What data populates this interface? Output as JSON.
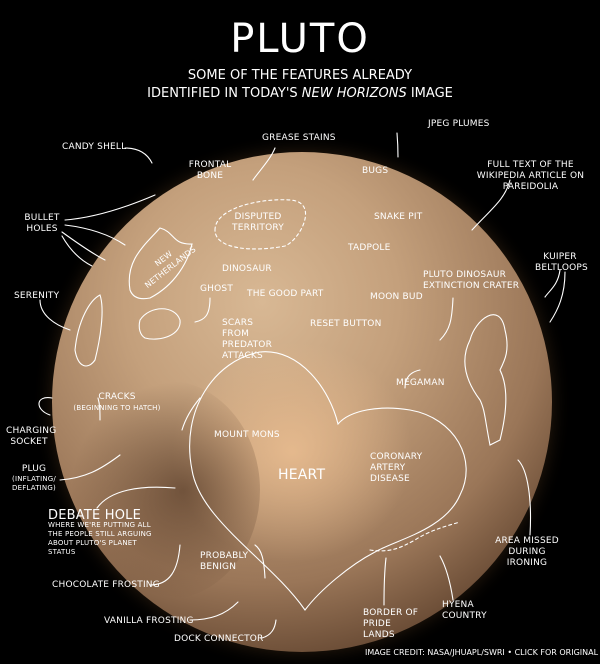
{
  "title": "Pluto",
  "subtitle_line1": "Some of the features already",
  "subtitle_line2_pre": "identified in today's ",
  "subtitle_line2_em": "New Horizons",
  "subtitle_line2_post": " image",
  "labels": {
    "candy_shell": "Candy shell",
    "frontal_bone": "Frontal bone",
    "grease_stains": "Grease stains",
    "jpeg_plumes": "JPEG plumes",
    "wikipedia": "Full text of the Wikipedia article on Pareidolia",
    "bullet_holes": "Bullet holes",
    "disputed_territory": "Disputed territory",
    "bugs": "Bugs",
    "snake_pit": "Snake pit",
    "new_netherlands": "New Netherlands",
    "dinosaur": "Dinosaur",
    "tadpole": "Tadpole",
    "kuiper_beltloops": "Kuiper beltloops",
    "serenity": "Serenity",
    "ghost": "Ghost",
    "the_good_part": "The good part",
    "pluto_dinosaur_crater": "Pluto dinosaur extinction crater",
    "moon_bud": "Moon bud",
    "scars": "Scars from predator attacks",
    "reset_button": "Reset button",
    "megaman": "Megaman",
    "cracks": "Cracks",
    "cracks_sub": "(beginning to hatch)",
    "charging_socket": "Charging socket",
    "mount_mons": "Mount Mons",
    "coronary": "Coronary artery disease",
    "plug": "Plug",
    "plug_sub": "(inflating/ deflating)",
    "heart": "Heart",
    "debate_hole": "Debate hole",
    "debate_hole_sub": "Where we're putting all the people still arguing about Pluto's planet status",
    "area_missed": "Area missed during ironing",
    "probably_benign": "Probably benign",
    "chocolate_frosting": "Chocolate frosting",
    "hyena_country": "Hyena country",
    "border_pride_lands": "Border of Pride Lands",
    "vanilla_frosting": "Vanilla frosting",
    "dock_connector": "Dock connector"
  },
  "credit": "Image credit: NASA/JHUAPL/SwRI • Click for original"
}
